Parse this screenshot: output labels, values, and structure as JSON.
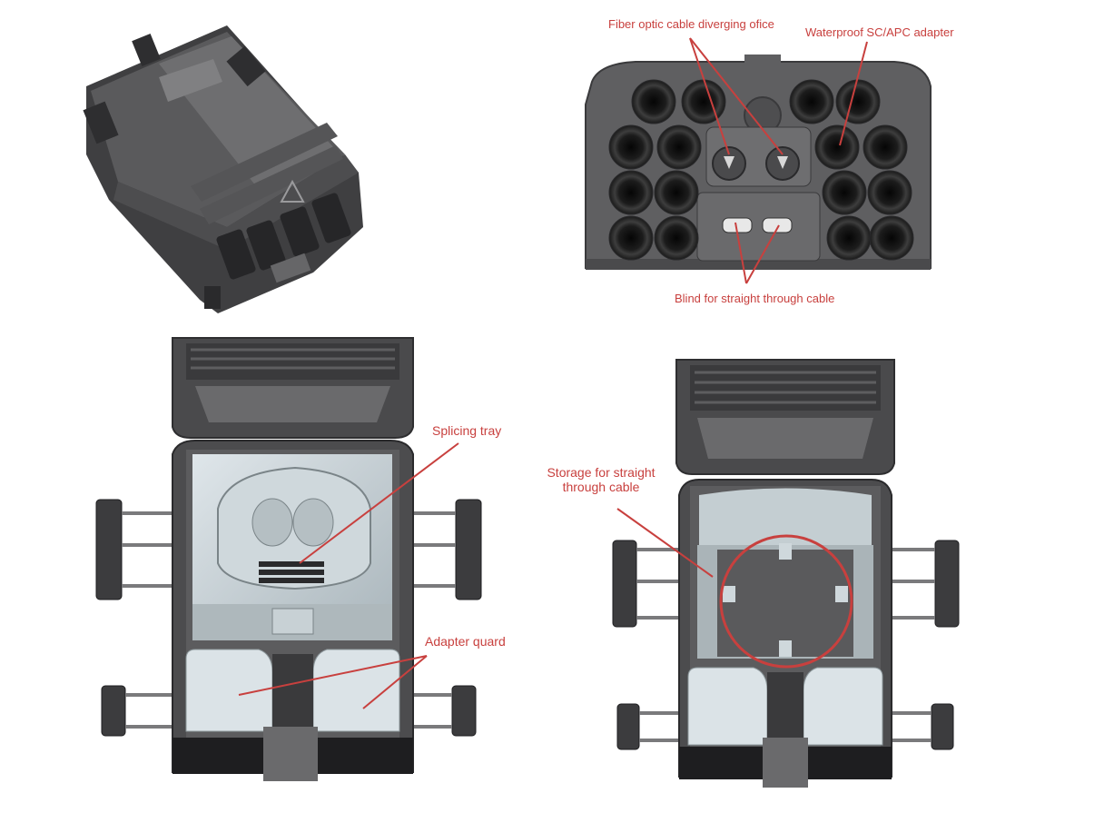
{
  "labels": {
    "fiber_diverging": "Fiber optic cable diverging ofice",
    "waterproof_adapter": "Waterproof SC/APC adapter",
    "blind_straight": "Blind for straight through cable",
    "splicing_tray": "Splicing tray",
    "storage_line1": "Storage for straight",
    "storage_line2": "through cable",
    "adapter_quard": "Adapter quard"
  },
  "colors": {
    "annotation": "#c8403e",
    "housing_dark": "#3c3c3e",
    "housing_mid": "#5a5a5c",
    "housing_light": "#7a7a7c",
    "tray_light": "#c9d3d8",
    "port": "#1a1a1a"
  }
}
